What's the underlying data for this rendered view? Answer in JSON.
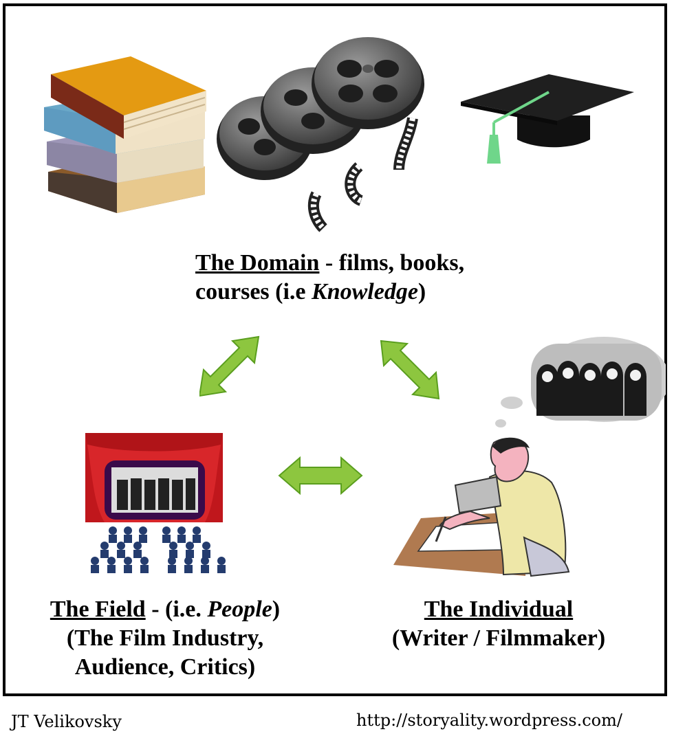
{
  "colors": {
    "arrow_green": "#8dc63f",
    "arrow_green_dark": "#5a9e1e",
    "curtain_red": "#d8262a",
    "stage_purple": "#3a0a4a",
    "audience_blue": "#243c6e",
    "mortarboard": "#1a1a1a",
    "tassel": "#6fd68a"
  },
  "domain": {
    "title": "The Domain",
    "line1_rest": " - films, books,",
    "line2_pre": "courses (i.e ",
    "line2_em": "Knowledge",
    "line2_post": ")"
  },
  "field": {
    "title": "The Field",
    "line1_pre": " - (i.e. ",
    "line1_em": "People",
    "line1_post": ")",
    "line2": "(The Film Industry,",
    "line3": "Audience, Critics)"
  },
  "individual": {
    "title": "The Individual",
    "line2": "(Writer / Filmmaker)"
  },
  "footer": {
    "author": "JT Velikovsky",
    "url": "http://storyality.wordpress.com/"
  }
}
